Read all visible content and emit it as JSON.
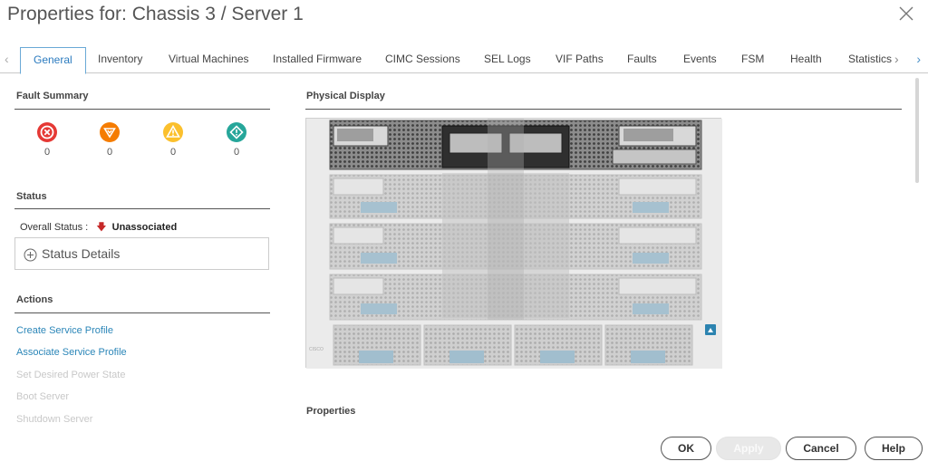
{
  "window": {
    "title": "Properties for: Chassis 3 / Server 1"
  },
  "tabs": [
    {
      "label": "General",
      "active": true
    },
    {
      "label": "Inventory"
    },
    {
      "label": "Virtual Machines"
    },
    {
      "label": "Installed Firmware"
    },
    {
      "label": "CIMC Sessions"
    },
    {
      "label": "SEL Logs"
    },
    {
      "label": "VIF Paths"
    },
    {
      "label": "Faults"
    },
    {
      "label": "Events"
    },
    {
      "label": "FSM"
    },
    {
      "label": "Health"
    },
    {
      "label": "Statistics"
    }
  ],
  "fault_summary": {
    "title": "Fault Summary",
    "items": [
      {
        "severity": "critical",
        "icon": "critical-fault-icon",
        "color": "#e53935",
        "count": "0"
      },
      {
        "severity": "major",
        "icon": "major-fault-icon",
        "color": "#f57c00",
        "count": "0"
      },
      {
        "severity": "minor",
        "icon": "minor-fault-icon",
        "color": "#fbc02d",
        "count": "0"
      },
      {
        "severity": "warning",
        "icon": "warning-fault-icon",
        "color": "#26a69a",
        "count": "0"
      }
    ]
  },
  "status": {
    "title": "Status",
    "overall_label": "Overall Status :",
    "overall_value": "Unassociated",
    "details_label": "Status Details"
  },
  "actions": {
    "title": "Actions",
    "items": [
      {
        "label": "Create Service Profile",
        "enabled": true
      },
      {
        "label": "Associate Service Profile",
        "enabled": true
      },
      {
        "label": "Set Desired Power State",
        "enabled": false
      },
      {
        "label": "Boot Server",
        "enabled": false
      },
      {
        "label": "Shutdown Server",
        "enabled": false
      }
    ]
  },
  "physical_display": {
    "title": "Physical Display",
    "brand": "CISCO"
  },
  "properties": {
    "title": "Properties"
  },
  "buttons": {
    "ok": "OK",
    "apply": "Apply",
    "cancel": "Cancel",
    "help": "Help"
  }
}
